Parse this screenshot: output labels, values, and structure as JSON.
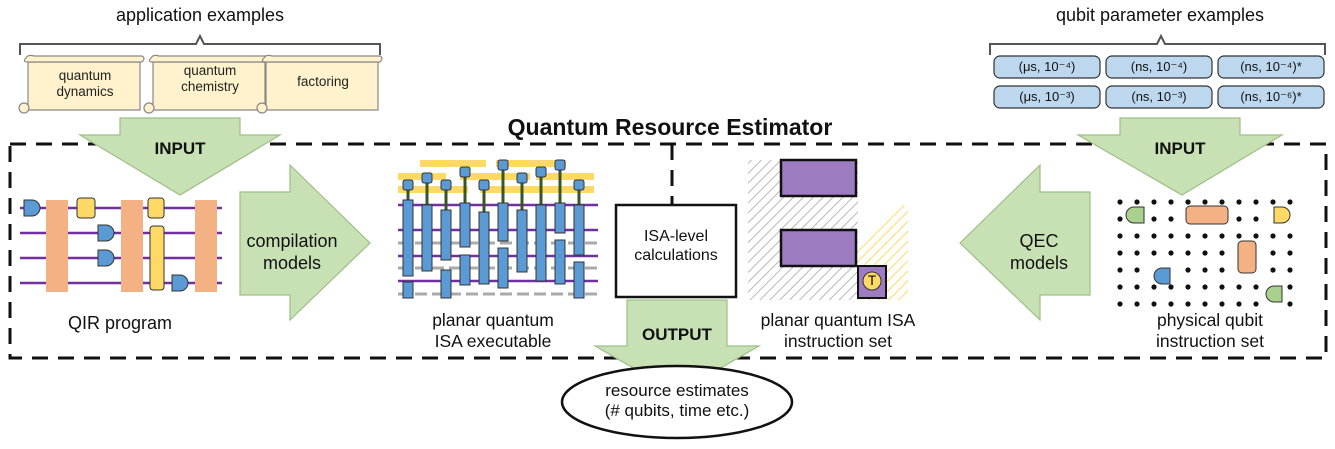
{
  "title": "Quantum Resource Estimator",
  "application_examples": {
    "heading": "application examples",
    "items": [
      "quantum\ndynamics",
      "quantum\nchemistry",
      "factoring"
    ]
  },
  "qubit_parameter_examples": {
    "heading": "qubit parameter examples",
    "items": [
      "(μs, 10⁻⁴)",
      "(ns, 10⁻⁴)",
      "(ns, 10⁻⁴)*",
      "(μs, 10⁻³)",
      "(ns, 10⁻³)",
      "(ns, 10⁻⁶)*"
    ]
  },
  "input_left": "INPUT",
  "input_right": "INPUT",
  "output": "OUTPUT",
  "compilation_models": "compilation\nmodels",
  "qec_models": "QEC\nmodels",
  "isa_calculations": "ISA-level\ncalculations",
  "qir_program": "QIR program",
  "planar_isa_executable": "planar quantum\nISA executable",
  "planar_isa_instruction_set": "planar quantum ISA\ninstruction set",
  "physical_qubit_instruction_set": "physical qubit\ninstruction set",
  "resource_estimates": "resource estimates\n(# qubits, time etc.)",
  "t_label": "T",
  "colors": {
    "arrow_green": "#c7e0b4",
    "arrow_stroke": "#9dbf86",
    "wire_purple": "#7030a0",
    "gate_orange": "#f4b183",
    "gate_yellow": "#ffd966",
    "gate_blue": "#5b9bd5",
    "gate_green": "#a9d18e",
    "scroll_fill": "#fff2cc",
    "param_fill": "#bdd7ee",
    "patch_purple": "#9e7cc1"
  }
}
